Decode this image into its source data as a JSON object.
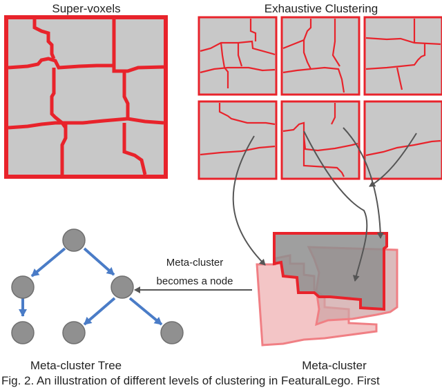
{
  "labels": {
    "supervoxels": "Super-voxels",
    "exhaustive": "Exhaustive Clustering",
    "arrow_label_line1": "Meta-cluster",
    "arrow_label_line2": "becomes a node",
    "tree": "Meta-cluster Tree",
    "metacluster": "Meta-cluster"
  },
  "caption": "Fig. 2. An illustration of different levels of clustering in FeaturalLego. First",
  "colors": {
    "red": "#e8232b",
    "cell_gray": "#c8c8c8",
    "node_gray": "#909090",
    "tree_edge_blue": "#4a7cc7",
    "arrow_gray": "#555555"
  },
  "tree": {
    "nodes": [
      "root",
      "left",
      "right",
      "left-child",
      "right-child-1",
      "right-child-2"
    ],
    "edges": [
      [
        "root",
        "left"
      ],
      [
        "root",
        "right"
      ],
      [
        "left",
        "left-child"
      ],
      [
        "right",
        "right-child-1"
      ],
      [
        "right",
        "right-child-2"
      ]
    ]
  }
}
